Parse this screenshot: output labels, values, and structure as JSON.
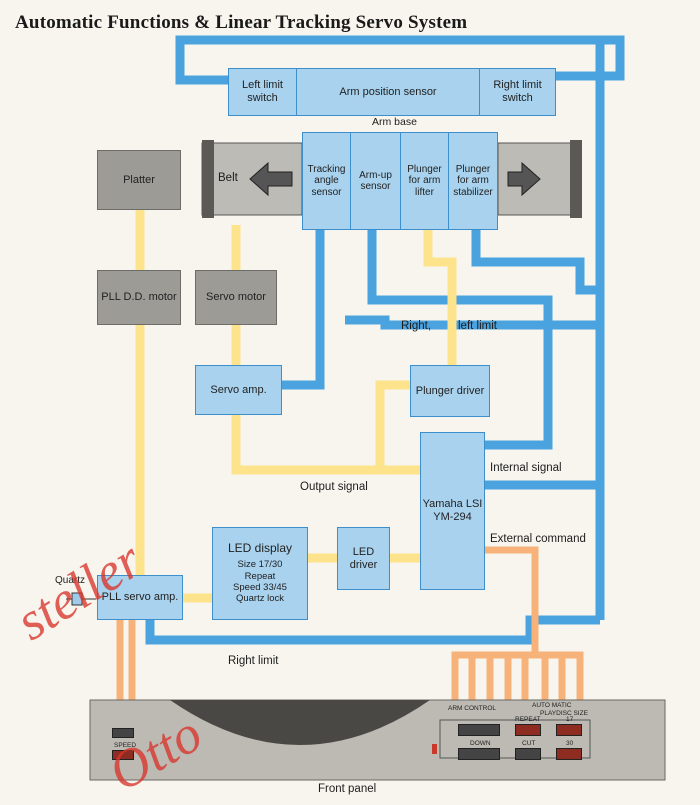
{
  "title": "Automatic Functions & Linear Tracking Servo System",
  "colors": {
    "blue_line": "#4aa3df",
    "yellow_line": "#fde38b",
    "orange_line": "#f7b27a",
    "box_blue": "#a8d2ee",
    "box_gray": "#9d9b96"
  },
  "sensors": {
    "left_limit": "Left limit switch",
    "arm_position": "Arm position sensor",
    "right_limit": "Right limit switch"
  },
  "arm_base_label": "Arm base",
  "belt_label": "Belt",
  "arm_cells": [
    "Tracking angle sensor",
    "Arm-up sensor",
    "Plunger for arm lifter",
    "Plunger for arm stabilizer"
  ],
  "blocks": {
    "platter": "Platter",
    "pll_motor": "PLL D.D. motor",
    "servo_motor": "Servo motor",
    "servo_amp": "Servo amp.",
    "plunger_driver": "Plunger driver",
    "lsi": "Yamaha LSI YM-294",
    "led_driver": "LED driver",
    "pll_servo_amp": "PLL servo amp."
  },
  "led_display": {
    "title": "LED display",
    "lines": [
      "Size 17/30",
      "Repeat",
      "Speed 33/45",
      "Quartz lock"
    ]
  },
  "labels": {
    "right_left_limit_a": "Right,",
    "right_left_limit_b": "left limit",
    "internal_signal": "Internal signal",
    "output_signal": "Output signal",
    "external_command": "External command",
    "right_limit": "Right limit",
    "quartz": "Quartz",
    "front_panel": "Front panel"
  },
  "panel": {
    "arm_control": "ARM CONTROL",
    "automatic": "AUTO MATIC",
    "playdisc_size": "PLAYDISC SIZE",
    "speed": "SPEED",
    "down": "DOWN",
    "repeat": "REPEAT",
    "cut": "CUT",
    "size17": "17",
    "size30": "30"
  },
  "watermark": {
    "line1": "steller",
    "line2": "Otto"
  }
}
